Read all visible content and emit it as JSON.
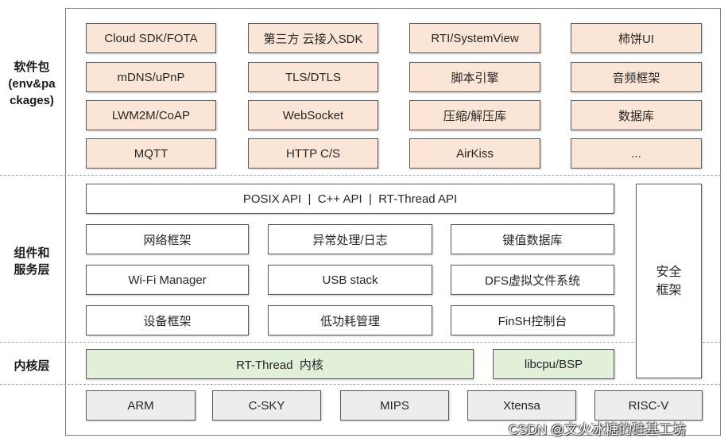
{
  "side_labels": {
    "packages": {
      "line1": "软件包",
      "line2": "(env&pa",
      "line3": "ckages)"
    },
    "components": {
      "line1": "组件和",
      "line2": "服务层"
    },
    "kernel": {
      "line1": "内核层"
    }
  },
  "packages": {
    "rows": [
      [
        "Cloud SDK/FOTA",
        "第三方 云接入SDK",
        "RTI/SystemView",
        "柿饼UI"
      ],
      [
        "mDNS/uPnP",
        "TLS/DTLS",
        "脚本引擎",
        "音频框架"
      ],
      [
        "LWM2M/CoAP",
        "WebSocket",
        "压缩/解压库",
        "数据库"
      ],
      [
        "MQTT",
        "HTTP C/S",
        "AirKiss",
        "..."
      ]
    ]
  },
  "components": {
    "api_bar": "POSIX API  |  C++ API  |  RT-Thread API",
    "rows": [
      [
        "网络框架",
        "异常处理/日志",
        "键值数据库"
      ],
      [
        "Wi-Fi Manager",
        "USB stack",
        "DFS虚拟文件系统"
      ],
      [
        "设备框架",
        "低功耗管理",
        "FinSH控制台"
      ]
    ],
    "security": {
      "line1": "安全",
      "line2": "框架"
    }
  },
  "kernel": {
    "core": "RT-Thread  内核",
    "libcpu": "libcpu/BSP"
  },
  "architectures": [
    "ARM",
    "C-SKY",
    "MIPS",
    "Xtensa",
    "RISC-V"
  ],
  "watermark": "CSDN @文火冰糖的硅基工坊",
  "colors": {
    "packages_fill": "#FBE5D6",
    "kernel_fill": "#E2F0D9",
    "arch_fill": "#EDEDED",
    "border": "#595959"
  }
}
